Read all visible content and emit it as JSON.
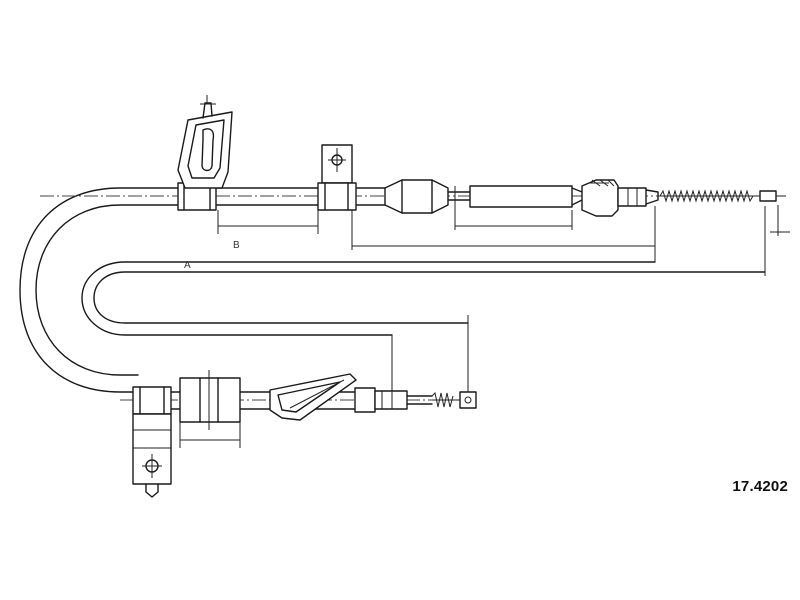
{
  "part_number": "17.4202",
  "dimension_labels": {
    "a": "A",
    "b": "B"
  }
}
